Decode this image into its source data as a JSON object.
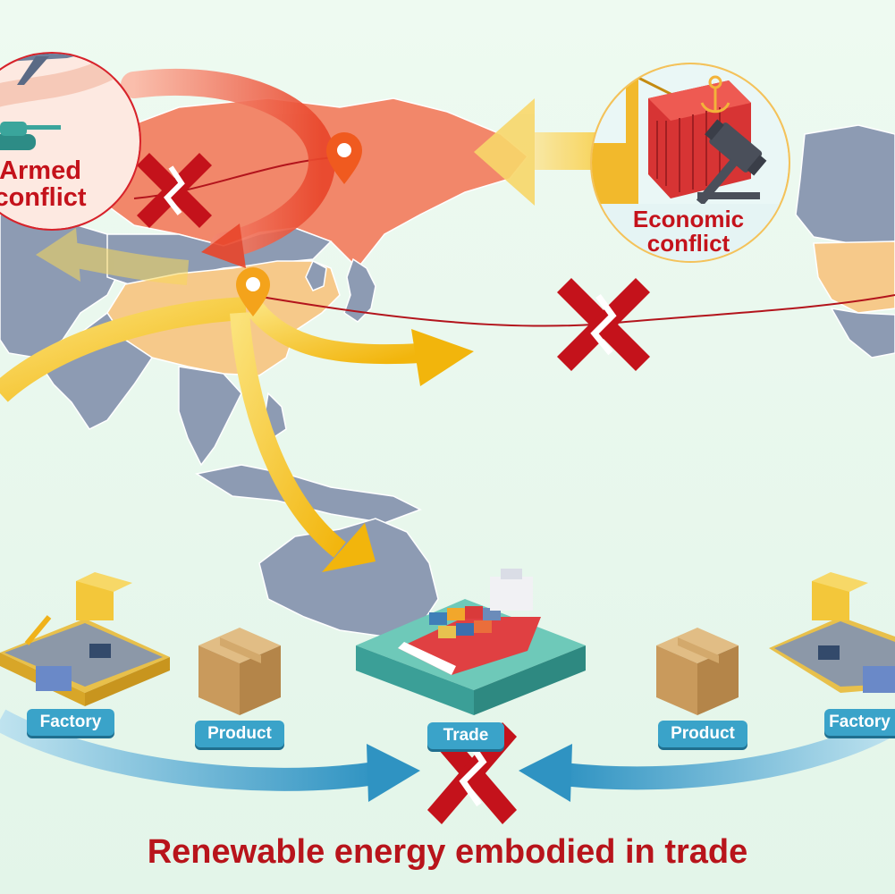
{
  "colors": {
    "background": "#e9f7ee",
    "ocean": "#f1f9f4",
    "land": "#8d9bb3",
    "russia": "#f2876a",
    "china": "#f6c98a",
    "usa": "#f6c98a",
    "yellow_arrow": "#f7c51f",
    "red_arrow": "#e9452a",
    "blue_arrow": "#3a9ac4",
    "cross": "#c4121b",
    "title": "#b8141b",
    "pill": "#3aa3c9",
    "pin": "#f05a1f"
  },
  "conflicts": {
    "armed": {
      "label": "Armed\nconflict",
      "icon": "fighter-jet-and-tank-icon"
    },
    "economic": {
      "label": "Economic\nconflict",
      "icon": "shipping-container-and-gavel-icon"
    }
  },
  "chain": {
    "factory_left": "Factory",
    "product_left": "Product",
    "trade": "Trade",
    "product_right": "Product",
    "factory_right": "Factory"
  },
  "icons": {
    "pin": "location-pin-icon",
    "cross": "broken-cross-icon",
    "box": "cardboard-box-icon",
    "ship": "container-ship-icon",
    "factory": "factory-icon"
  },
  "title": "Renewable energy embodied in trade"
}
